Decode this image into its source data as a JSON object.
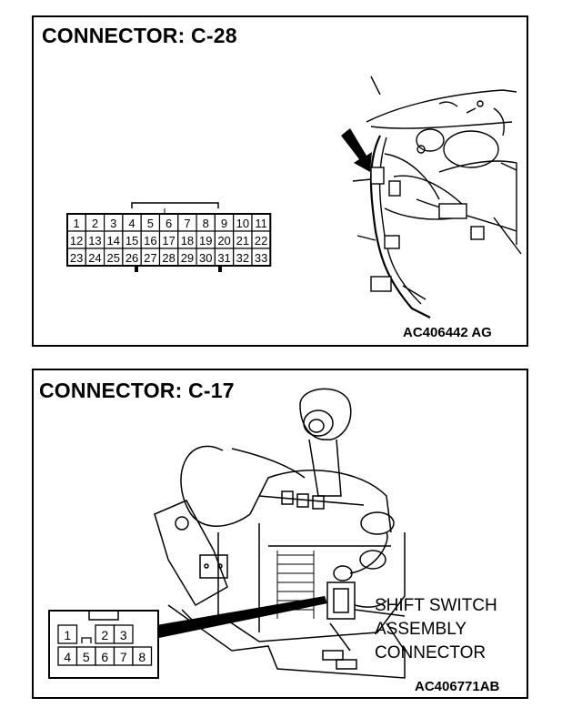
{
  "top_panel": {
    "title": "CONNECTOR: C-28",
    "code": "AC406442 AG",
    "connector_rows": [
      [
        "1",
        "2",
        "3",
        "4",
        "5",
        "6",
        "7",
        "8",
        "9",
        "10",
        "11"
      ],
      [
        "12",
        "13",
        "14",
        "15",
        "16",
        "17",
        "18",
        "19",
        "20",
        "21",
        "22"
      ],
      [
        "23",
        "24",
        "25",
        "26",
        "27",
        "28",
        "29",
        "30",
        "31",
        "32",
        "33"
      ]
    ],
    "illustration": "dashboard-wiring-harness"
  },
  "bottom_panel": {
    "title": "CONNECTOR: C-17",
    "code": "AC406771AB",
    "callout_lines": [
      "SHIFT SWITCH",
      "ASSEMBLY",
      "CONNECTOR"
    ],
    "connector_rows": [
      [
        "1",
        "",
        "2",
        "3"
      ],
      [
        "4",
        "5",
        "6",
        "7",
        "8"
      ]
    ],
    "illustration": "shift-lever-assembly"
  }
}
